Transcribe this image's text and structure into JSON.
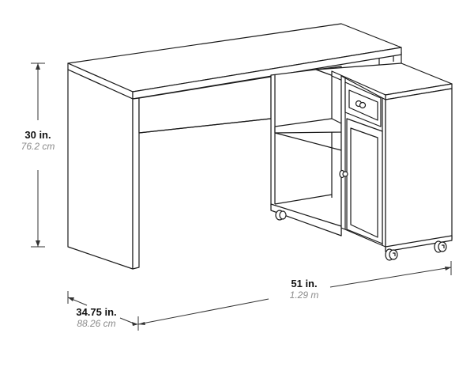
{
  "title": "L-shaped desk with rolling storage cabinet - dimension diagram",
  "colors": {
    "line": "#1a1a1a",
    "dimension_line": "#333333",
    "metric_text": "#8a8a8a",
    "background": "#ffffff"
  },
  "dimensions": {
    "height": {
      "imperial": "30 in.",
      "metric": "76.2 cm"
    },
    "width": {
      "imperial": "51 in.",
      "metric": "1.29 m"
    },
    "depth": {
      "imperial": "34.75 in.",
      "metric": "88.26 cm"
    }
  },
  "parts": [
    "desktop",
    "left-panel-leg",
    "modesty-panel",
    "open-shelf-unit",
    "drawer",
    "drawer-knob",
    "cabinet-door",
    "door-knob",
    "caster-wheels"
  ]
}
